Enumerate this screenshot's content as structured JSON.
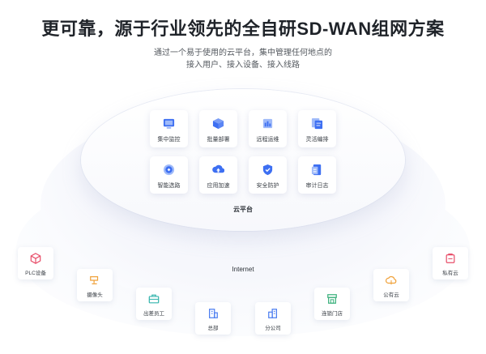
{
  "hero": {
    "title": "更可靠，源于行业领先的全自研SD-WAN组网方案",
    "subtitle_line1": "通过一个易于使用的云平台，集中管理任何地点的",
    "subtitle_line2": "接入用户、接入设备、接入线路"
  },
  "cloud_platform": {
    "label": "云平台",
    "modules": [
      {
        "label": "集中监控",
        "icon": "monitor-icon"
      },
      {
        "label": "批量部署",
        "icon": "cube-deploy-icon"
      },
      {
        "label": "远程运维",
        "icon": "remote-ops-icon"
      },
      {
        "label": "灵活编排",
        "icon": "orchestration-icon"
      },
      {
        "label": "智能选路",
        "icon": "smart-route-icon"
      },
      {
        "label": "应用加速",
        "icon": "acceleration-icon"
      },
      {
        "label": "安全防护",
        "icon": "shield-icon"
      },
      {
        "label": "审计日志",
        "icon": "audit-log-icon"
      }
    ]
  },
  "network": {
    "internet_label": "Internet"
  },
  "endpoints": [
    {
      "label": "PLC设备",
      "icon": "plc-device-icon"
    },
    {
      "label": "摄像头",
      "icon": "camera-icon"
    },
    {
      "label": "出差员工",
      "icon": "briefcase-icon"
    },
    {
      "label": "总部",
      "icon": "headquarters-icon"
    },
    {
      "label": "分公司",
      "icon": "branch-office-icon"
    },
    {
      "label": "连锁门店",
      "icon": "store-icon"
    },
    {
      "label": "公有云",
      "icon": "public-cloud-icon"
    },
    {
      "label": "私有云",
      "icon": "private-cloud-icon"
    }
  ],
  "colors": {
    "module_icon": "#3d6ff2",
    "endpoint_red": "#e84f6a",
    "endpoint_orange": "#f0a23b",
    "endpoint_teal": "#35b5ad",
    "endpoint_blue": "#4a7cf0",
    "endpoint_green": "#3fb27f"
  }
}
